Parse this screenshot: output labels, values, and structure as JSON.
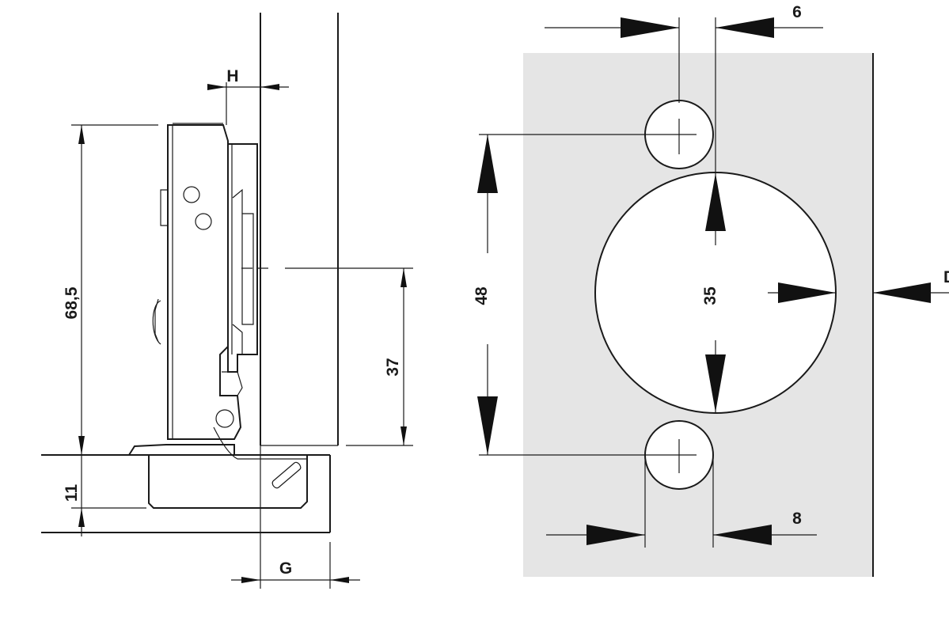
{
  "side_view": {
    "dim_h_label": "H",
    "dim_height_label": "68,5",
    "dim_37_label": "37",
    "dim_11_label": "11",
    "dim_g_label": "G"
  },
  "front_view": {
    "dim_6_label": "6",
    "dim_48_label": "48",
    "dim_35_label": "35",
    "dim_8_label": "8",
    "dim_right_label": "D",
    "plate_color": "#e5e5e5"
  }
}
